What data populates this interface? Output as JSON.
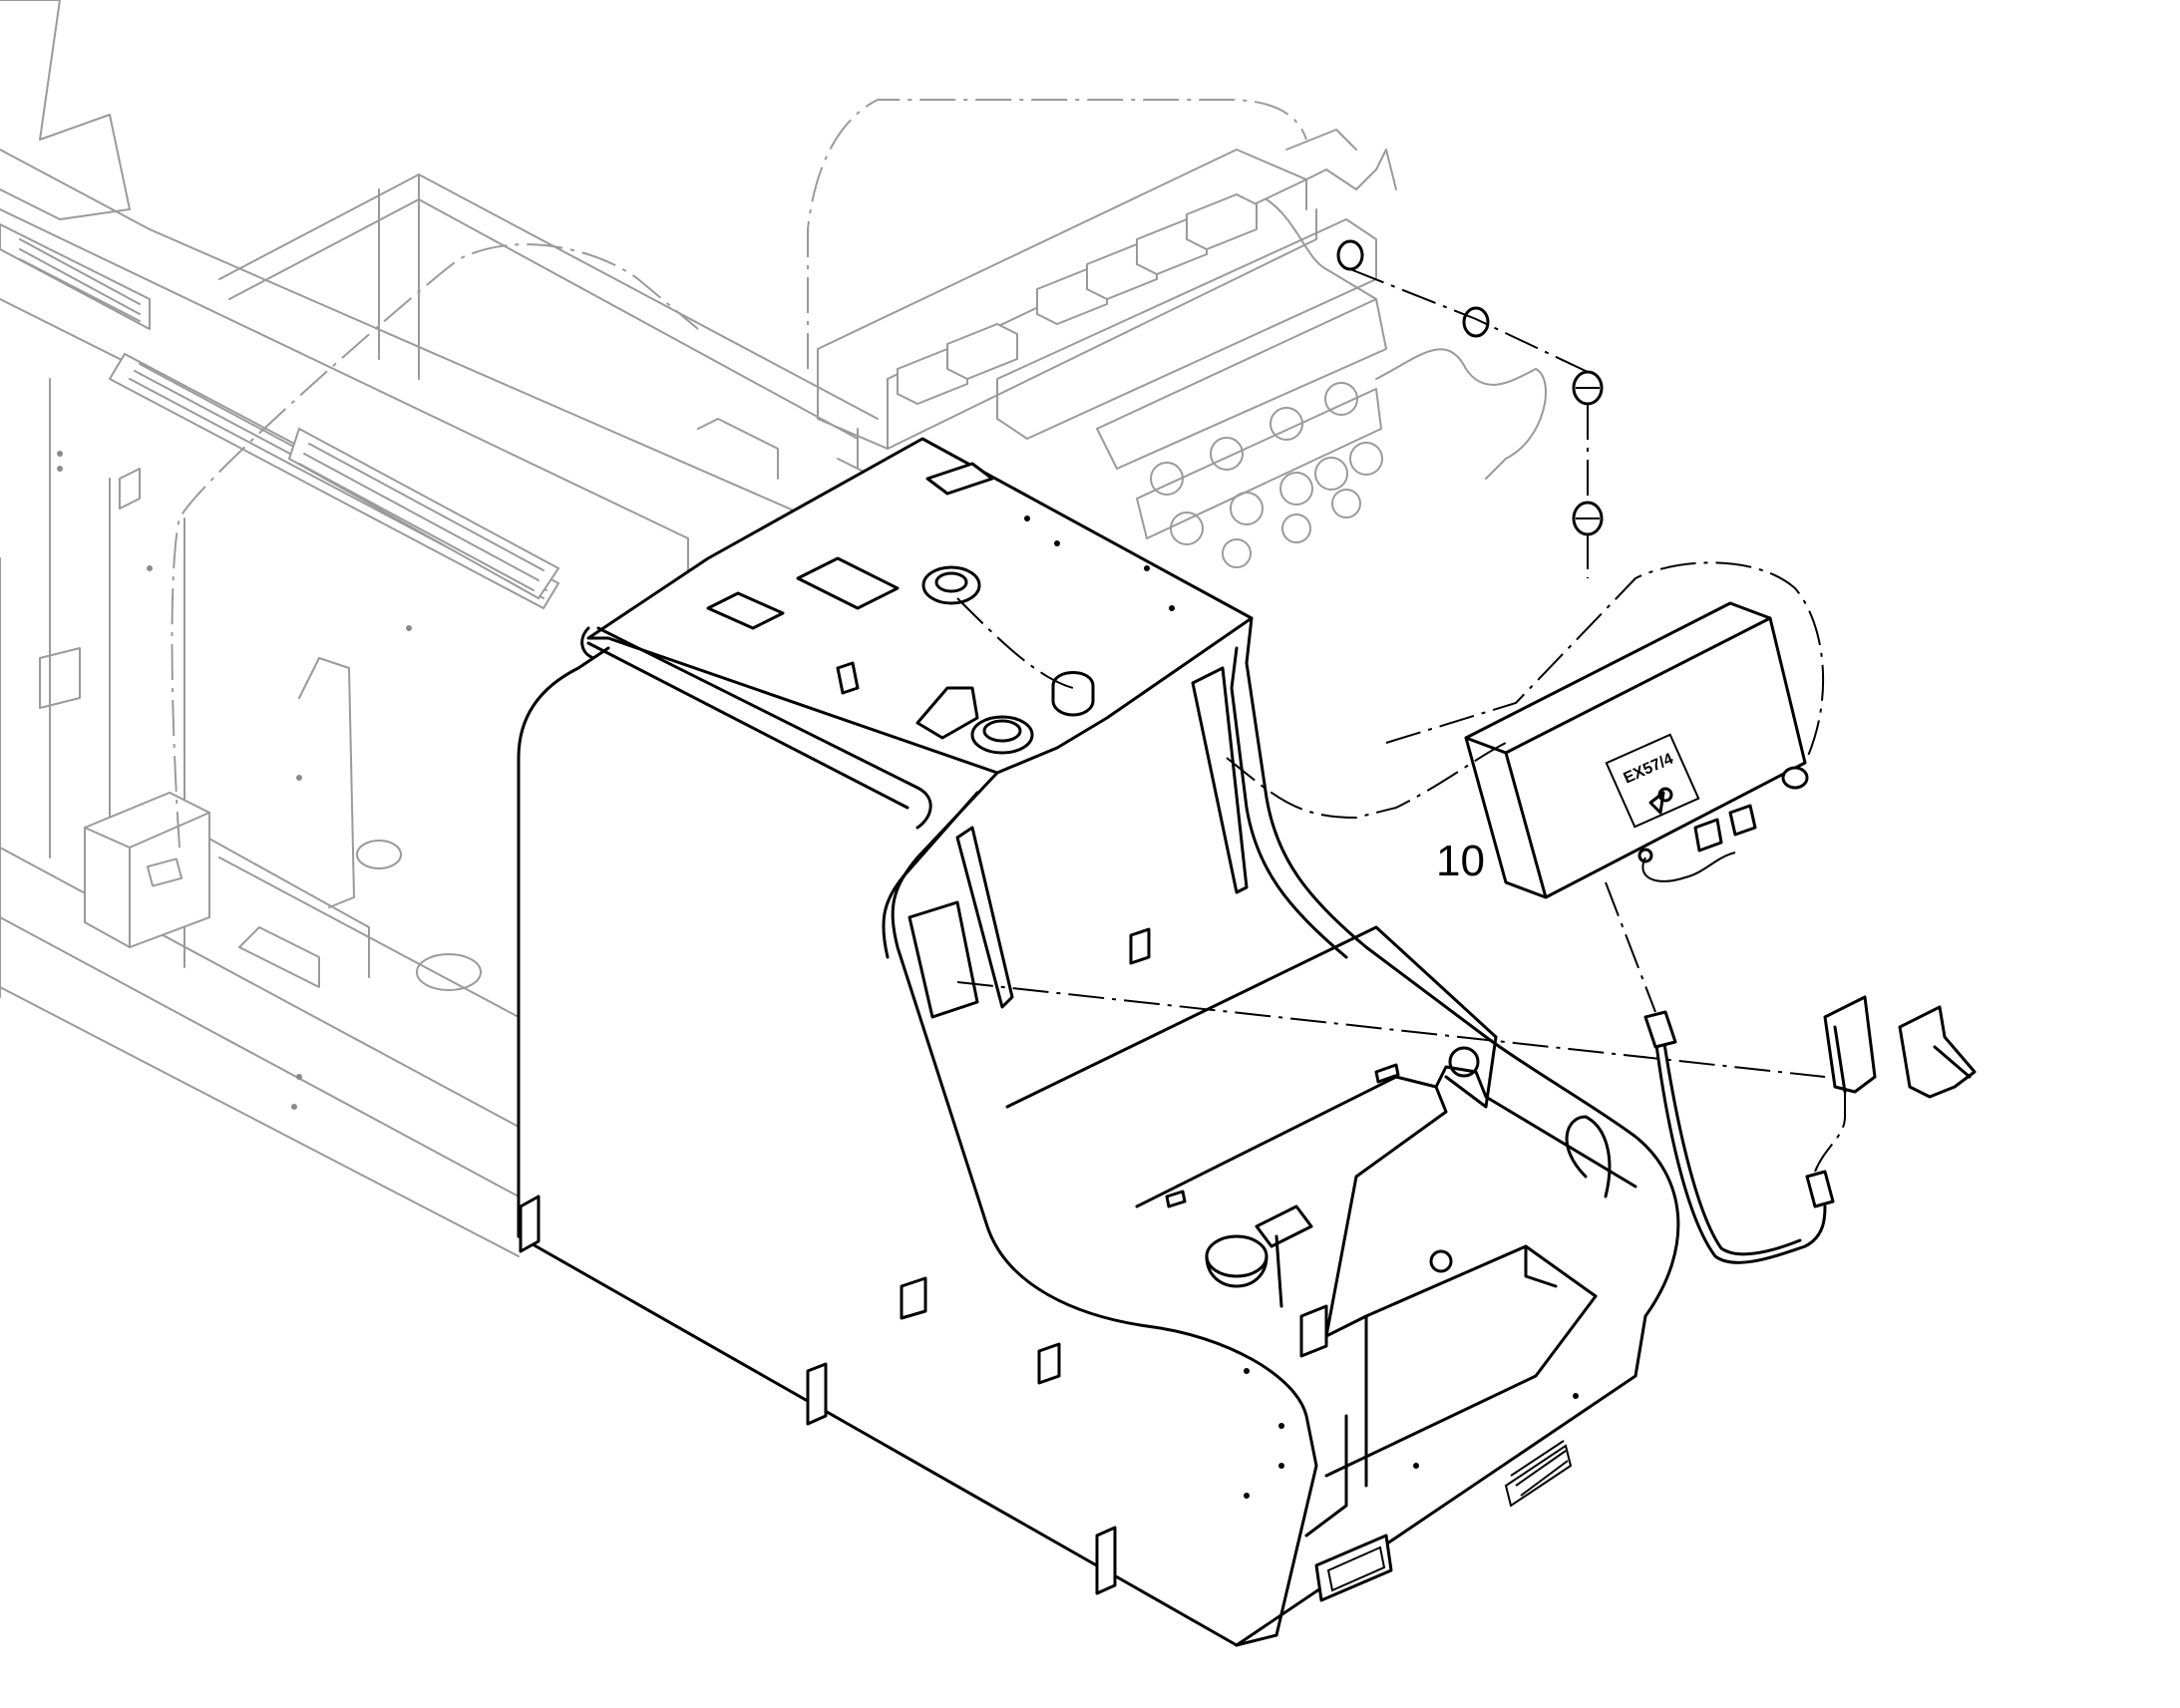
{
  "callouts": [
    {
      "id": "part-10",
      "label": "10"
    }
  ],
  "plates": {
    "control_box_label": "EX57/4"
  }
}
